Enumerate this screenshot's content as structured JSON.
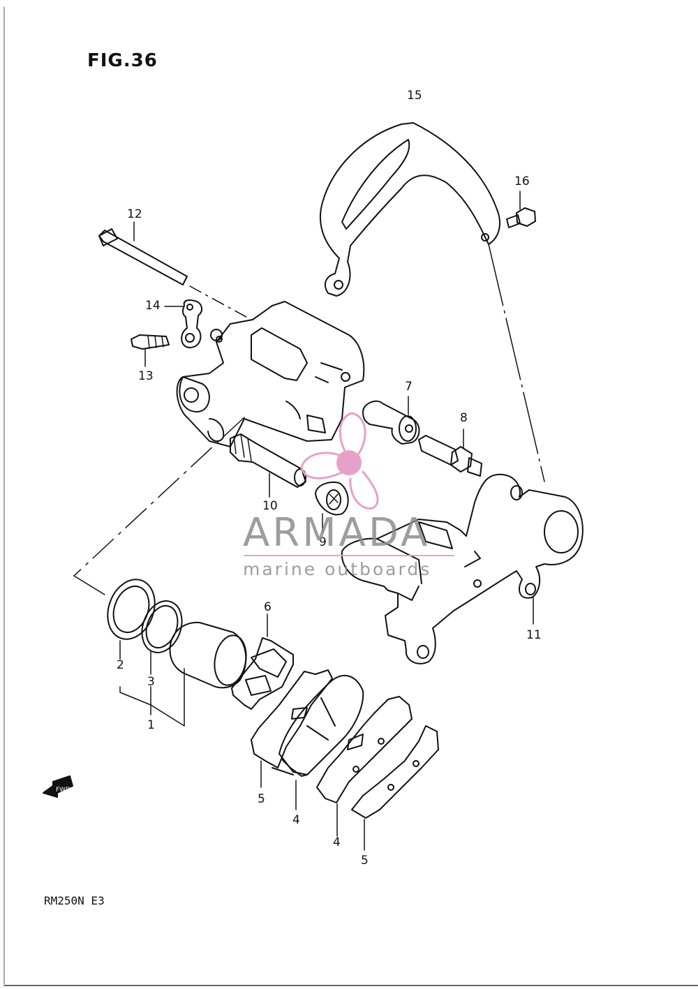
{
  "figure": {
    "title": "FIG.36",
    "model": "RM250N E3",
    "fwd_label": "FWD"
  },
  "callouts": {
    "c1": "1",
    "c2": "2",
    "c3": "3",
    "c4a": "4",
    "c4b": "4",
    "c5a": "5",
    "c5b": "5",
    "c6": "6",
    "c7": "7",
    "c8": "8",
    "c9": "9",
    "c10": "10",
    "c11": "11",
    "c12": "12",
    "c13": "13",
    "c14": "14",
    "c15": "15",
    "c16": "16"
  },
  "watermark": {
    "brand": "ARMADA",
    "tagline": "marine outboards",
    "colors": {
      "pink": "#e7a1c8",
      "text": "#8c8c8c"
    }
  }
}
